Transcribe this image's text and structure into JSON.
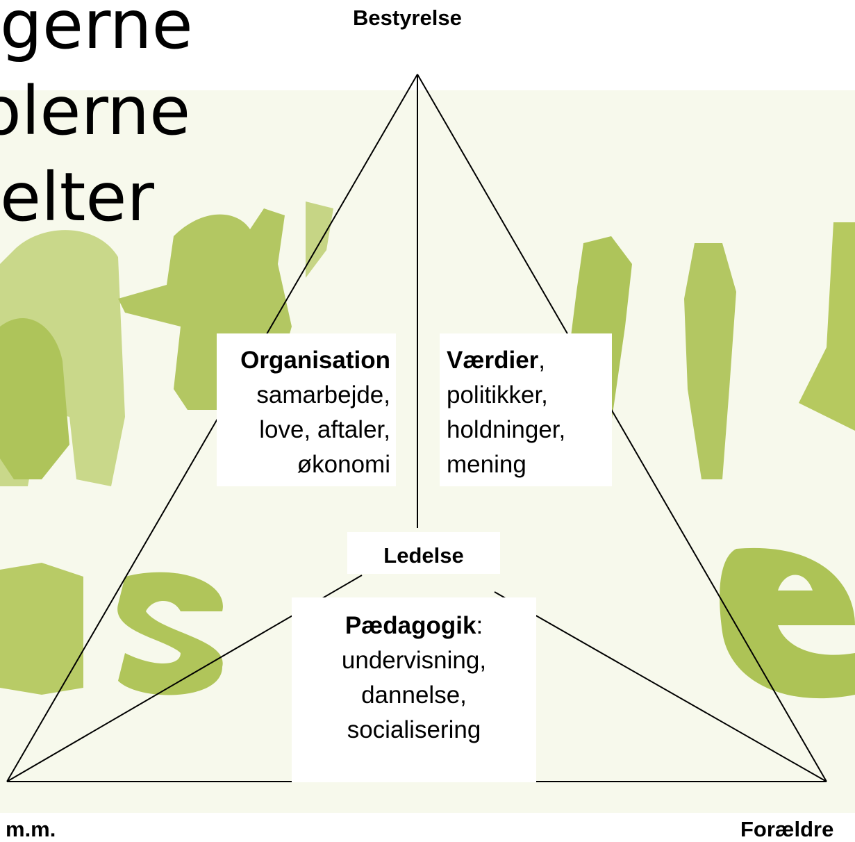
{
  "heading_fragments": [
    "gerne",
    "olerne",
    "elter"
  ],
  "vertices": {
    "top": "Bestyrelse",
    "left": "m.m.",
    "right": "Forældre",
    "center": "Ledelse"
  },
  "sections": {
    "organisation": {
      "title": "Organisation",
      "lines": [
        "samarbejde,",
        "love, aftaler,",
        "økonomi"
      ]
    },
    "vaerdier": {
      "title": "Værdier",
      "title_suffix": ",",
      "lines": [
        "politikker,",
        "holdninger,",
        "mening"
      ]
    },
    "paedagogik": {
      "title": "Pædagogik",
      "title_suffix": ":",
      "lines": [
        "undervisning,",
        "dannelse,",
        "socialisering"
      ]
    }
  },
  "colors": {
    "background_figures": "#b6c95f",
    "background_figures_light": "#d3df9c",
    "lines": "#000000"
  }
}
